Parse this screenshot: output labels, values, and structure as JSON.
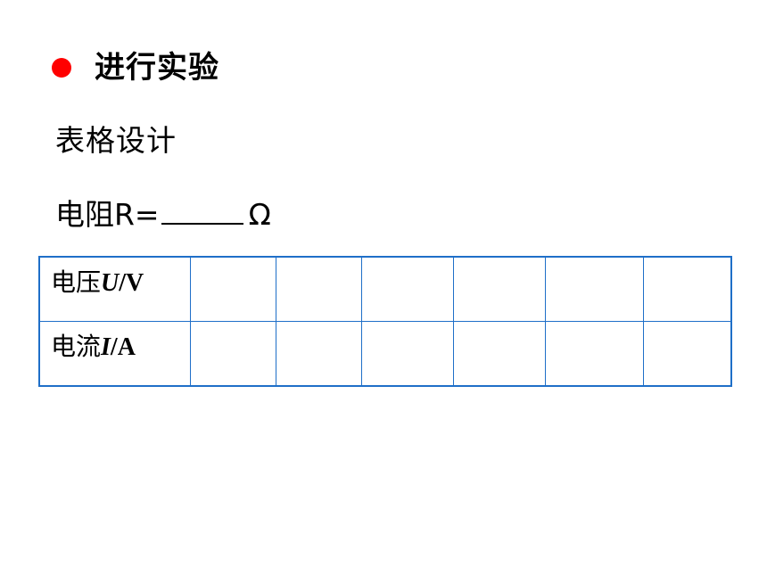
{
  "heading": {
    "text": "进行实验",
    "bullet_color": "#ff0000"
  },
  "subheading": "表格设计",
  "resistance": {
    "prefix": "电阻R=",
    "unit": "Ω"
  },
  "table": {
    "border_color": "#1f6fc8",
    "rows": [
      {
        "label_cn": "电压",
        "symbol": "U",
        "unit": "/V"
      },
      {
        "label_cn": "电流",
        "symbol": "I",
        "unit": "/A"
      }
    ]
  }
}
